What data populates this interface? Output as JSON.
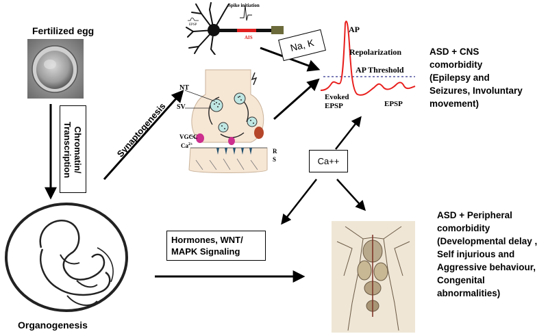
{
  "left": {
    "fertilized_egg": "Fertilized egg",
    "chromatin_box_line1": "Chromatin/",
    "chromatin_box_line2": "Transcription",
    "organogenesis": "Organogenesis"
  },
  "arrows": {
    "synaptogenesis": "Synaptogenesis"
  },
  "neuron": {
    "spike_initiation": "Spike initiation",
    "epsp_small": "EPSP",
    "ais": "AIS"
  },
  "synapse": {
    "nt": "NT",
    "sv": "SV",
    "vgcc": "VGCC",
    "ca": "Ca",
    "ca_sup": "2+",
    "r": "R",
    "s": "S"
  },
  "boxes": {
    "na_k": "Na, K",
    "ca": "Ca++",
    "hormones_line1": "Hormones, WNT/",
    "hormones_line2": "MAPK Signaling"
  },
  "ap_plot": {
    "ap": "AP",
    "repolarization": "Repolarization",
    "threshold": "AP Threshold",
    "evoked_line1": "Evoked",
    "evoked_line2": "EPSP",
    "epsp": "EPSP"
  },
  "right_top": {
    "line1": "ASD + CNS",
    "line2": "comorbidity",
    "line3": "(Epilepsy and",
    "line4": "Seizures, Involuntary",
    "line5": "movement)"
  },
  "right_bottom": {
    "line1": "ASD + Peripheral",
    "line2": "comorbidity",
    "line3": "(Developmental delay ,",
    "line4": "Self injurious and",
    "line5": "Aggressive behaviour,",
    "line6": "Congenital",
    "line7": "abnormalities)"
  },
  "colors": {
    "ap_trace": "#e8201e",
    "threshold": "#2a2f8c",
    "synapse_fill": "#f6e6d4",
    "vesicle": "#bfe6e2",
    "vgcc": "#cc2f8e",
    "ais": "#e02020"
  }
}
